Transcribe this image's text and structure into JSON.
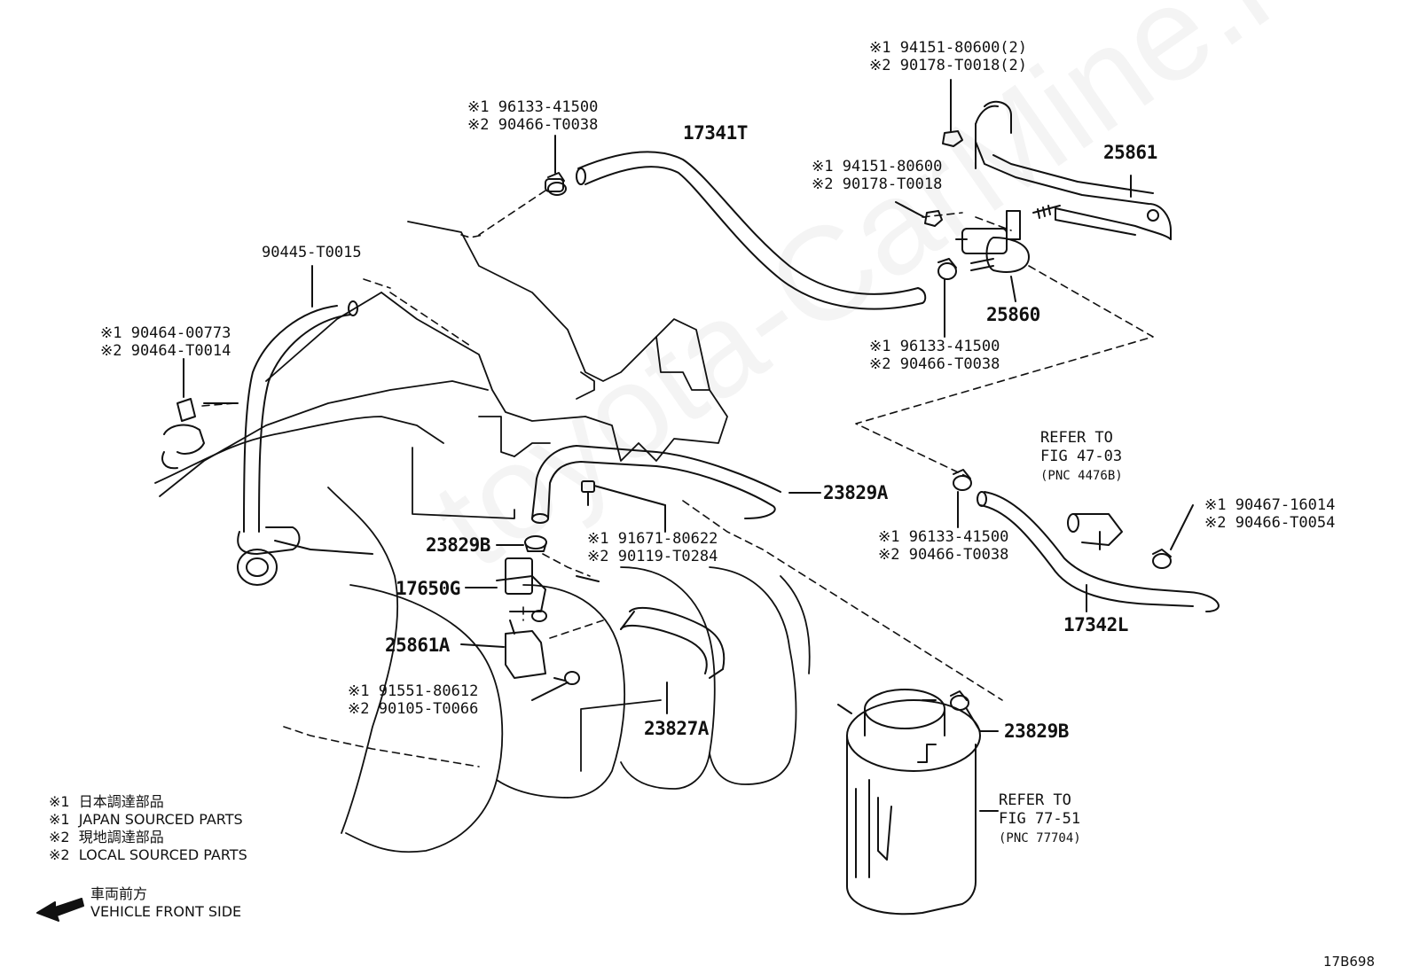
{
  "parts": {
    "p17341T": "17341T",
    "p25861": "25861",
    "p25860": "25860",
    "p90445": "90445-T0015",
    "p23829A": "23829A",
    "p23829B_top": "23829B",
    "p17650G": "17650G",
    "p25861A": "25861A",
    "p23827A": "23827A",
    "p17342L": "17342L",
    "p23829B_bottom": "23829B"
  },
  "notes": {
    "clip_top_1": "※1 96133-41500",
    "clip_top_2": "※2 90466-T0038",
    "nut_top_1": "※1 94151-80600(2)",
    "nut_top_2": "※2 90178-T0018(2)",
    "nut_mid_1": "※1 94151-80600",
    "nut_mid_2": "※2 90178-T0018",
    "clip_vsv_1": "※1 96133-41500",
    "clip_vsv_2": "※2 90466-T0038",
    "clamp_left_1": "※1 90464-00773",
    "clamp_left_2": "※2 90464-T0014",
    "bolt_1": "※1 91671-80622",
    "bolt_2": "※2 90119-T0284",
    "bolt2_1": "※1 91551-80612",
    "bolt2_2": "※2 90105-T0066",
    "clip_right_1": "※1 96133-41500",
    "clip_right_2": "※2 90466-T0038",
    "clip_far_1": "※1 90467-16014",
    "clip_far_2": "※2 90466-T0054"
  },
  "refs": {
    "ref1_a": "REFER TO",
    "ref1_b": "FIG 47-03",
    "ref1_c": "(PNC 4476B)",
    "ref2_a": "REFER TO",
    "ref2_b": "FIG 77-51",
    "ref2_c": "(PNC 77704)"
  },
  "legend": {
    "l1": "※1  日本調達部品",
    "l2": "※1  JAPAN SOURCED PARTS",
    "l3": "※2  現地調達部品",
    "l4": "※2  LOCAL SOURCED PARTS"
  },
  "direction": {
    "jp": "車両前方",
    "en": "VEHICLE FRONT SIDE"
  },
  "figure_code": "17B698",
  "watermark": "toyota-CarMine.ru"
}
